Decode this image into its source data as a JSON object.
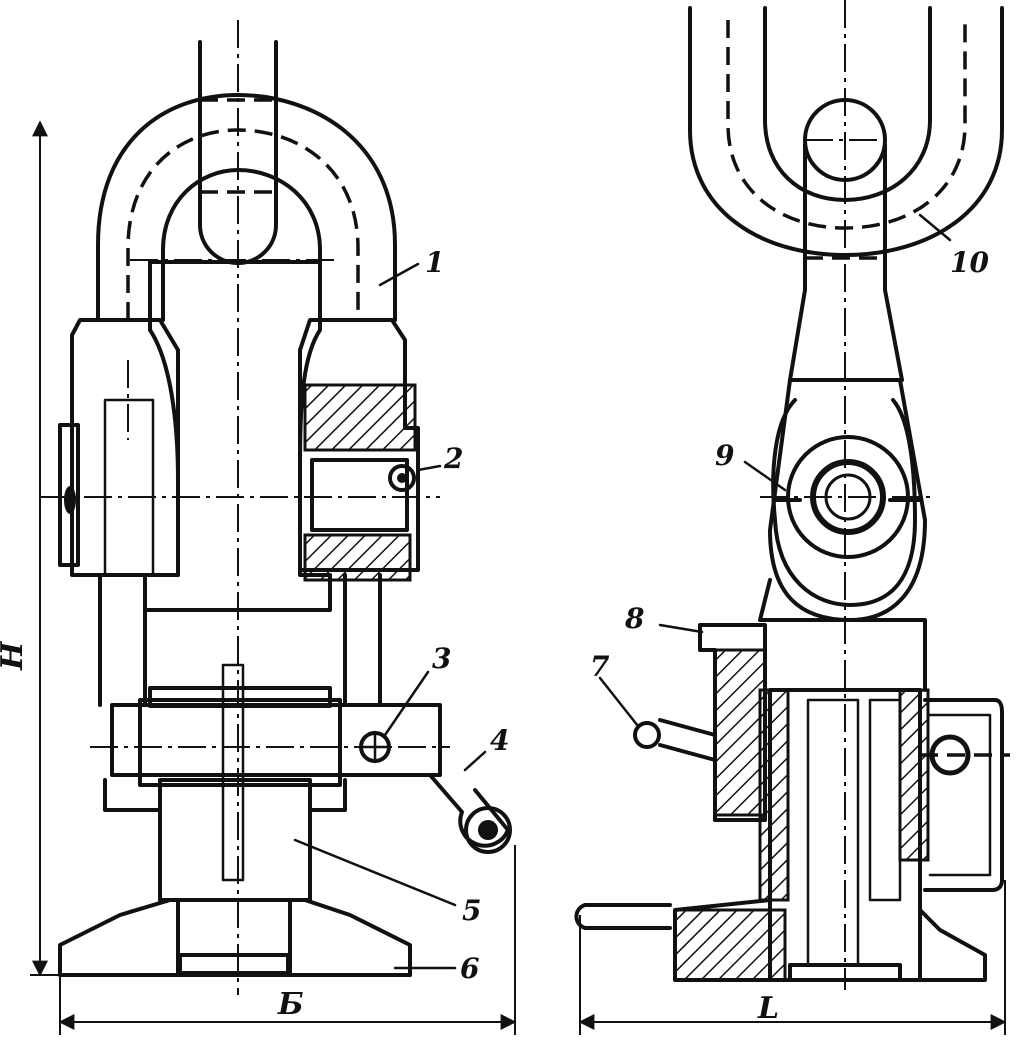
{
  "figure": {
    "part_labels": {
      "p1": "1",
      "p2": "2",
      "p3": "3",
      "p4": "4",
      "p5": "5",
      "p6": "6",
      "p7": "7",
      "p8": "8",
      "p9": "9",
      "p10": "10"
    },
    "dimension_labels": {
      "height": "H",
      "width": "Б",
      "length": "L"
    }
  }
}
